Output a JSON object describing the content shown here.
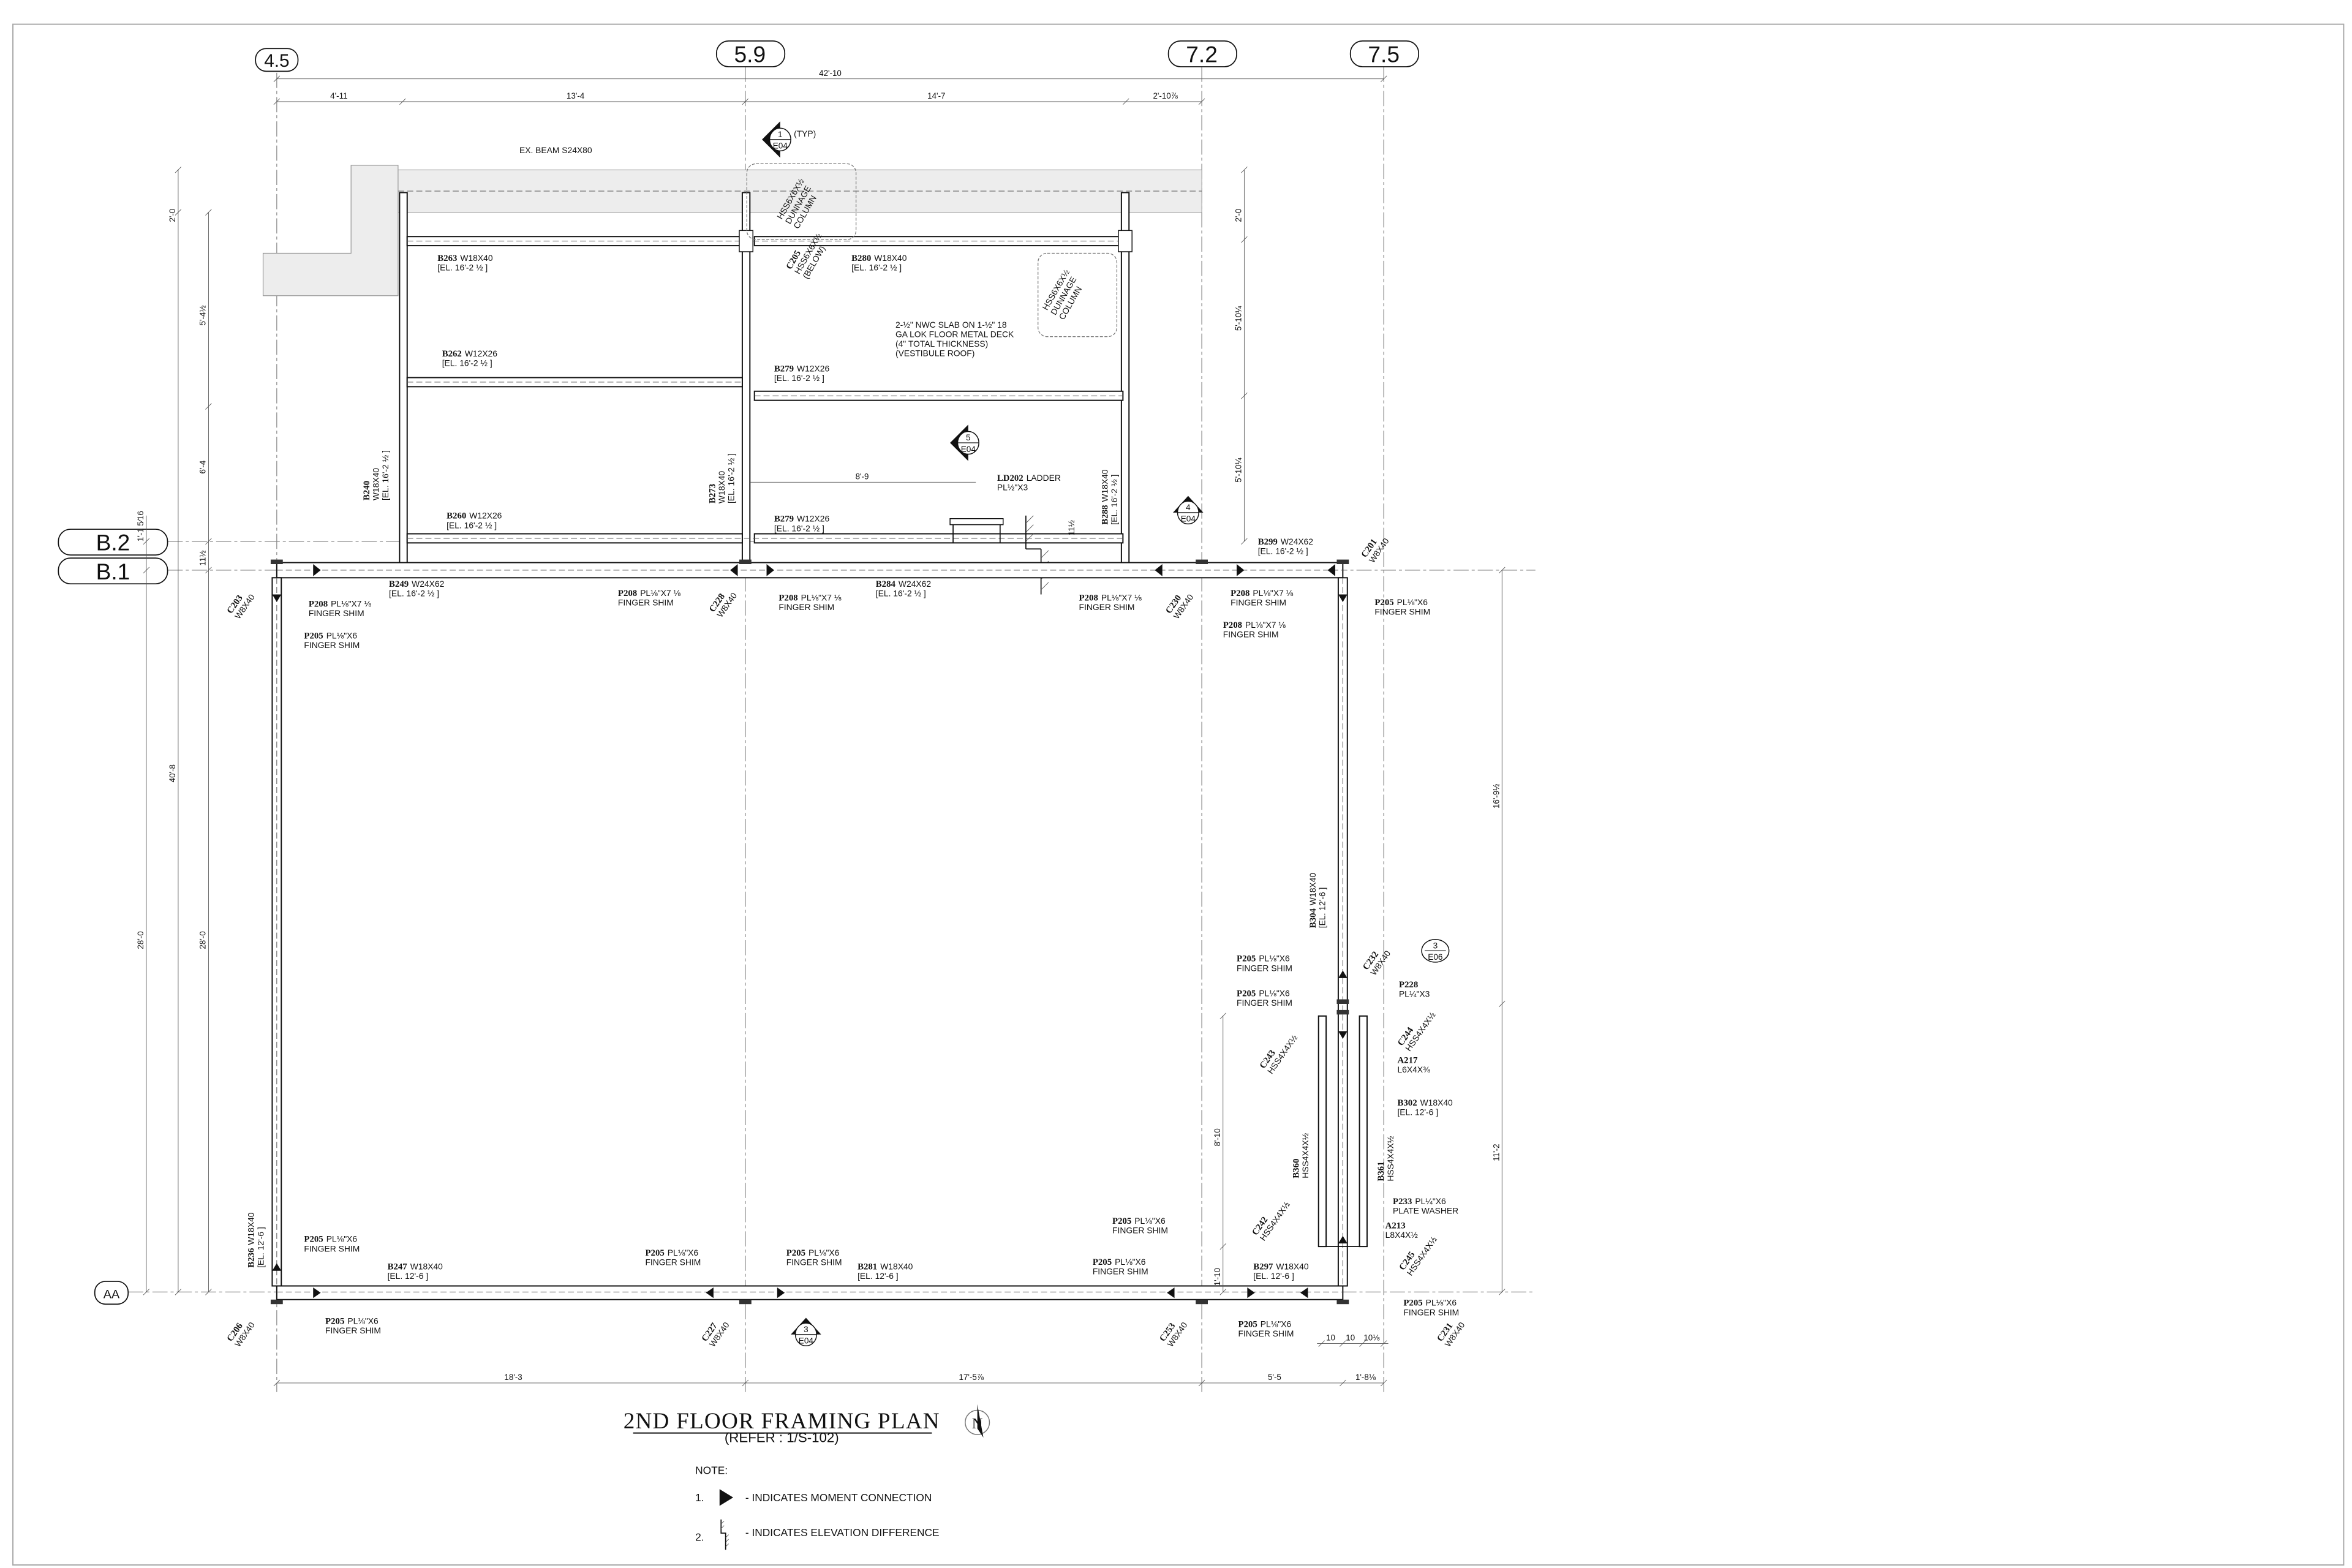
{
  "grid": {
    "columns": [
      "4.5",
      "5.9",
      "7.2",
      "7.5"
    ],
    "rows": [
      "B.2",
      "B.1",
      "AA"
    ]
  },
  "dimensions": {
    "top_overall": "42'-10",
    "top": [
      "4'-11",
      "13'-4",
      "14'-7",
      "2'-10⅞"
    ],
    "left": [
      "2'-0",
      "5'-4½",
      "6'-4",
      "11½",
      "28'-0",
      "40'-8",
      "1'-1 5⁄16",
      "28'-0"
    ],
    "right": [
      "2'-0",
      "5'-10¼",
      "5'-10¼",
      "16'-9½",
      "11'-2",
      "8'-10",
      "1'-10"
    ],
    "bottom": [
      "18'-3",
      "17'-5⅞",
      "5'-5",
      "1'-8⅛"
    ],
    "small": [
      "10",
      "10",
      "10⅛"
    ],
    "interior": [
      "8'-9",
      "11½"
    ]
  },
  "labels": [
    {
      "mark": "",
      "spec": "EX. BEAM S24X80",
      "lines": []
    },
    {
      "mark": "B263",
      "spec": "W18X40",
      "lines": [
        "[EL. 16'-2 ½ ]"
      ]
    },
    {
      "mark": "C205",
      "spec": "",
      "lines": [
        "HSS6X6X½",
        "(BELOW)"
      ]
    },
    {
      "mark": "",
      "spec": "HSS6X6X½",
      "lines": [
        "DUNNAGE",
        "COLUMN"
      ]
    },
    {
      "mark": "B280",
      "spec": "W18X40",
      "lines": [
        "[EL. 16'-2 ½ ]"
      ]
    },
    {
      "mark": "",
      "spec": "HSS6X6X½",
      "lines": [
        "DUNNAGE",
        "COLUMN"
      ]
    },
    {
      "mark": "",
      "spec": "2-½\" NWC SLAB ON 1-½\" 18",
      "lines": [
        "GA LOK FLOOR METAL DECK",
        "(4\" TOTAL THICKNESS)",
        "(VESTIBULE ROOF)"
      ]
    },
    {
      "mark": "B262",
      "spec": "W12X26",
      "lines": [
        "[EL. 16'-2 ½ ]"
      ]
    },
    {
      "mark": "B279",
      "spec": "W12X26",
      "lines": [
        "[EL. 16'-2 ½ ]"
      ]
    },
    {
      "mark": "LD202",
      "spec": "LADDER",
      "lines": [
        "PL½\"X3"
      ]
    },
    {
      "mark": "B240",
      "spec": "",
      "lines": [
        "W18X40",
        "[EL. 16'-2 ½ ]"
      ]
    },
    {
      "mark": "B273",
      "spec": "",
      "lines": [
        "W18X40",
        "[EL. 16'-2 ½ ]"
      ]
    },
    {
      "mark": "B288",
      "spec": "W18X40",
      "lines": [
        "[EL. 16'-2 ½ ]"
      ]
    },
    {
      "mark": "B260",
      "spec": "W12X26",
      "lines": [
        "[EL. 16'-2 ½ ]"
      ]
    },
    {
      "mark": "B279",
      "spec": "W12X26",
      "lines": [
        "[EL. 16'-2 ½ ]"
      ]
    },
    {
      "mark": "B299",
      "spec": "W24X62",
      "lines": [
        "[EL. 16'-2 ½ ]"
      ]
    },
    {
      "mark": "C201",
      "spec": "",
      "lines": [
        "W8X40"
      ]
    },
    {
      "mark": "C203",
      "spec": "",
      "lines": [
        "W8X40"
      ]
    },
    {
      "mark": "B249",
      "spec": "W24X62",
      "lines": [
        "[EL. 16'-2 ½ ]"
      ]
    },
    {
      "mark": "P208",
      "spec": "PL⅛\"X7 ⅛",
      "lines": [
        "FINGER SHIM"
      ]
    },
    {
      "mark": "P205",
      "spec": "PL⅛\"X6",
      "lines": [
        "FINGER SHIM"
      ]
    },
    {
      "mark": "P208",
      "spec": "PL⅛\"X7 ⅛",
      "lines": [
        "FINGER SHIM"
      ]
    },
    {
      "mark": "C228",
      "spec": "",
      "lines": [
        "W8X40"
      ]
    },
    {
      "mark": "P208",
      "spec": "PL⅛\"X7 ⅛",
      "lines": [
        "FINGER SHIM"
      ]
    },
    {
      "mark": "B284",
      "spec": "W24X62",
      "lines": [
        "[EL. 16'-2 ½ ]"
      ]
    },
    {
      "mark": "P208",
      "spec": "PL⅛\"X7 ⅛",
      "lines": [
        "FINGER SHIM"
      ]
    },
    {
      "mark": "C230",
      "spec": "",
      "lines": [
        "W8X40"
      ]
    },
    {
      "mark": "P208",
      "spec": "PL⅛\"X7 ⅛",
      "lines": [
        "FINGER SHIM"
      ]
    },
    {
      "mark": "P208",
      "spec": "PL⅛\"X7 ⅛",
      "lines": [
        "FINGER SHIM"
      ]
    },
    {
      "mark": "P205",
      "spec": "PL⅛\"X6",
      "lines": [
        "FINGER SHIM"
      ]
    },
    {
      "mark": "B304",
      "spec": "W18X40",
      "lines": [
        "[EL. 12'-6 ]"
      ]
    },
    {
      "mark": "C232",
      "spec": "",
      "lines": [
        "W8X40"
      ]
    },
    {
      "mark": "P205",
      "spec": "PL⅛\"X6",
      "lines": [
        "FINGER SHIM"
      ]
    },
    {
      "mark": "P205",
      "spec": "PL⅛\"X6",
      "lines": [
        "FINGER SHIM"
      ]
    },
    {
      "mark": "P228",
      "spec": "",
      "lines": [
        "PL¼\"X3"
      ]
    },
    {
      "mark": "C243",
      "spec": "",
      "lines": [
        "HSS4X4X½"
      ]
    },
    {
      "mark": "C244",
      "spec": "",
      "lines": [
        "HSS4X4X½"
      ]
    },
    {
      "mark": "A217",
      "spec": "",
      "lines": [
        "L6X4X⅜"
      ]
    },
    {
      "mark": "B302",
      "spec": "W18X40",
      "lines": [
        "[EL. 12'-6 ]"
      ]
    },
    {
      "mark": "B360",
      "spec": "",
      "lines": [
        "HSS4X4X½"
      ]
    },
    {
      "mark": "B361",
      "spec": "",
      "lines": [
        "HSS4X4X½"
      ]
    },
    {
      "mark": "C242",
      "spec": "",
      "lines": [
        "HSS4X4X½"
      ]
    },
    {
      "mark": "P233",
      "spec": "PL¼\"X6",
      "lines": [
        "PLATE WASHER"
      ]
    },
    {
      "mark": "A213",
      "spec": "",
      "lines": [
        "L8X4X½"
      ]
    },
    {
      "mark": "C245",
      "spec": "",
      "lines": [
        "HSS4X4X½"
      ]
    },
    {
      "mark": "B297",
      "spec": "W18X40",
      "lines": [
        "[EL. 12'-6 ]"
      ]
    },
    {
      "mark": "P205",
      "spec": "PL⅛\"X6",
      "lines": [
        "FINGER SHIM"
      ]
    },
    {
      "mark": "P205",
      "spec": "PL⅛\"X6",
      "lines": [
        "FINGER SHIM"
      ]
    },
    {
      "mark": "P205",
      "spec": "PL⅛\"X6",
      "lines": [
        "FINGER SHIM"
      ]
    },
    {
      "mark": "C231",
      "spec": "",
      "lines": [
        "W8X40"
      ]
    },
    {
      "mark": "P205",
      "spec": "PL⅛\"X6",
      "lines": [
        "FINGER SHIM"
      ]
    },
    {
      "mark": "C253",
      "spec": "",
      "lines": [
        "W8X40"
      ]
    },
    {
      "mark": "B236",
      "spec": "W18X40",
      "lines": [
        "[EL. 12'-6 ]"
      ]
    },
    {
      "mark": "P205",
      "spec": "PL⅛\"X6",
      "lines": [
        "FINGER SHIM"
      ]
    },
    {
      "mark": "C206",
      "spec": "",
      "lines": [
        "W8X40"
      ]
    },
    {
      "mark": "P205",
      "spec": "PL⅛\"X6",
      "lines": [
        "FINGER SHIM"
      ]
    },
    {
      "mark": "B247",
      "spec": "W18X40",
      "lines": [
        "[EL. 12'-6 ]"
      ]
    },
    {
      "mark": "P205",
      "spec": "PL⅛\"X6",
      "lines": [
        "FINGER SHIM"
      ]
    },
    {
      "mark": "P205",
      "spec": "PL⅛\"X6",
      "lines": [
        "FINGER SHIM"
      ]
    },
    {
      "mark": "B281",
      "spec": "W18X40",
      "lines": [
        "[EL. 12'-6 ]"
      ]
    },
    {
      "mark": "C227",
      "spec": "",
      "lines": [
        "W8X40"
      ]
    }
  ],
  "sections": [
    {
      "number": "1",
      "sheet": "E04",
      "note": "(TYP)",
      "direction": "left"
    },
    {
      "number": "5",
      "sheet": "E04",
      "note": "",
      "direction": "left"
    },
    {
      "number": "4",
      "sheet": "E04",
      "note": "",
      "direction": "up"
    },
    {
      "number": "3",
      "sheet": "E06",
      "note": "",
      "direction": "none"
    },
    {
      "number": "3",
      "sheet": "E04",
      "note": "",
      "direction": "up"
    }
  ],
  "title": {
    "main": "2ND FLOOR FRAMING PLAN",
    "refer": "(REFER : 1/S-102)",
    "north_arrow": "N"
  },
  "notes": {
    "heading": "NOTE:",
    "items": [
      {
        "num": "1.",
        "symbol": "moment-connection-triangle-icon",
        "text": "- INDICATES MOMENT CONNECTION"
      },
      {
        "num": "2.",
        "symbol": "elevation-difference-icon",
        "text": "- INDICATES ELEVATION DIFFERENCE"
      }
    ]
  }
}
